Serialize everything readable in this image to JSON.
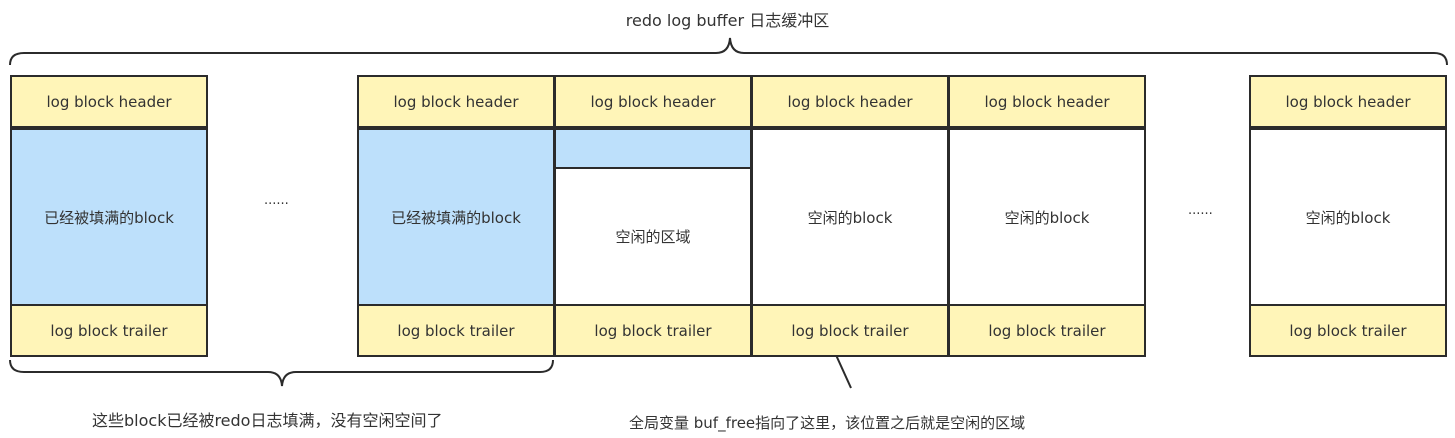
{
  "title": "redo log buffer 日志缓冲区",
  "header_label": "log block header",
  "trailer_label": "log block trailer",
  "filled_label": "已经被填满的block",
  "free_block_label": "空闲的block",
  "free_area_label": "空闲的区域",
  "ellipsis": "......",
  "filled_caption": "这些block已经被redo日志填满，没有空闲空间了",
  "pointer_caption": "全局变量 buf_free指向了这里，该位置之后就是空闲的区域",
  "colors": {
    "header_fill": "#fff5b8",
    "filled_fill": "#bde0fb",
    "stroke": "#2b2b2b"
  }
}
